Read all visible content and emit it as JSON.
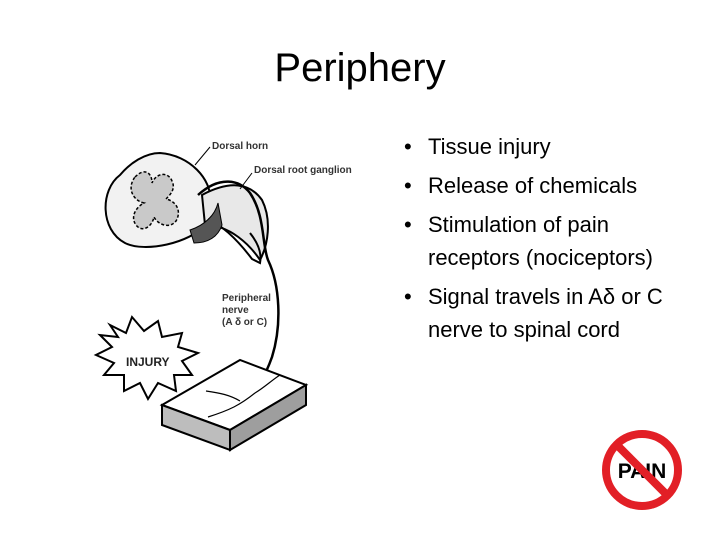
{
  "slide": {
    "title": "Periphery",
    "bullets": [
      "Tissue injury",
      "Release of chemicals",
      "Stimulation of pain receptors (nociceptors)",
      "Signal travels in Aδ or C nerve to spinal cord"
    ],
    "bullet_glyph": "•"
  },
  "diagram": {
    "labels": {
      "dorsal_horn": "Dorsal horn",
      "dorsal_root_ganglion": "Dorsal root ganglion",
      "peripheral_nerve_line1": "Peripheral",
      "peripheral_nerve_line2": "nerve",
      "peripheral_nerve_line3": "(A δ or C)",
      "injury": "INJURY"
    }
  },
  "no_pain_sign": {
    "text": "PAIN",
    "ring_color": "#e21f26"
  }
}
